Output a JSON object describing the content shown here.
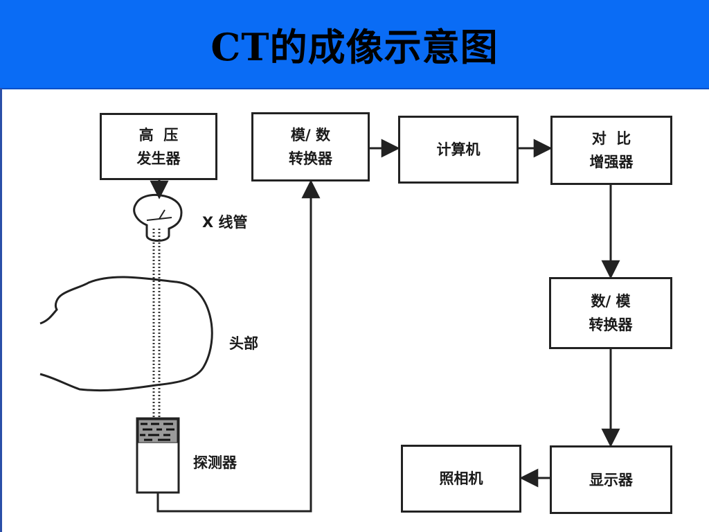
{
  "header": {
    "title": "CT的成像示意图"
  },
  "colors": {
    "header_bg": "#0a6cf5",
    "line": "#222222"
  },
  "diagram": {
    "high_voltage": {
      "line1": "高  压",
      "line2": "发生器"
    },
    "ad_converter": {
      "line1": "模/ 数",
      "line2": "转换器"
    },
    "computer": {
      "line1": "计算机"
    },
    "contrast_enhancer": {
      "line1": "对  比",
      "line2": "增强器"
    },
    "da_converter": {
      "line1": "数/ 模",
      "line2": "转换器"
    },
    "display": {
      "line1": "显示器"
    },
    "camera": {
      "line1": "照相机"
    },
    "xray_tube_label": "X 线管",
    "head_label": "头部",
    "detector_label": "探测器"
  }
}
